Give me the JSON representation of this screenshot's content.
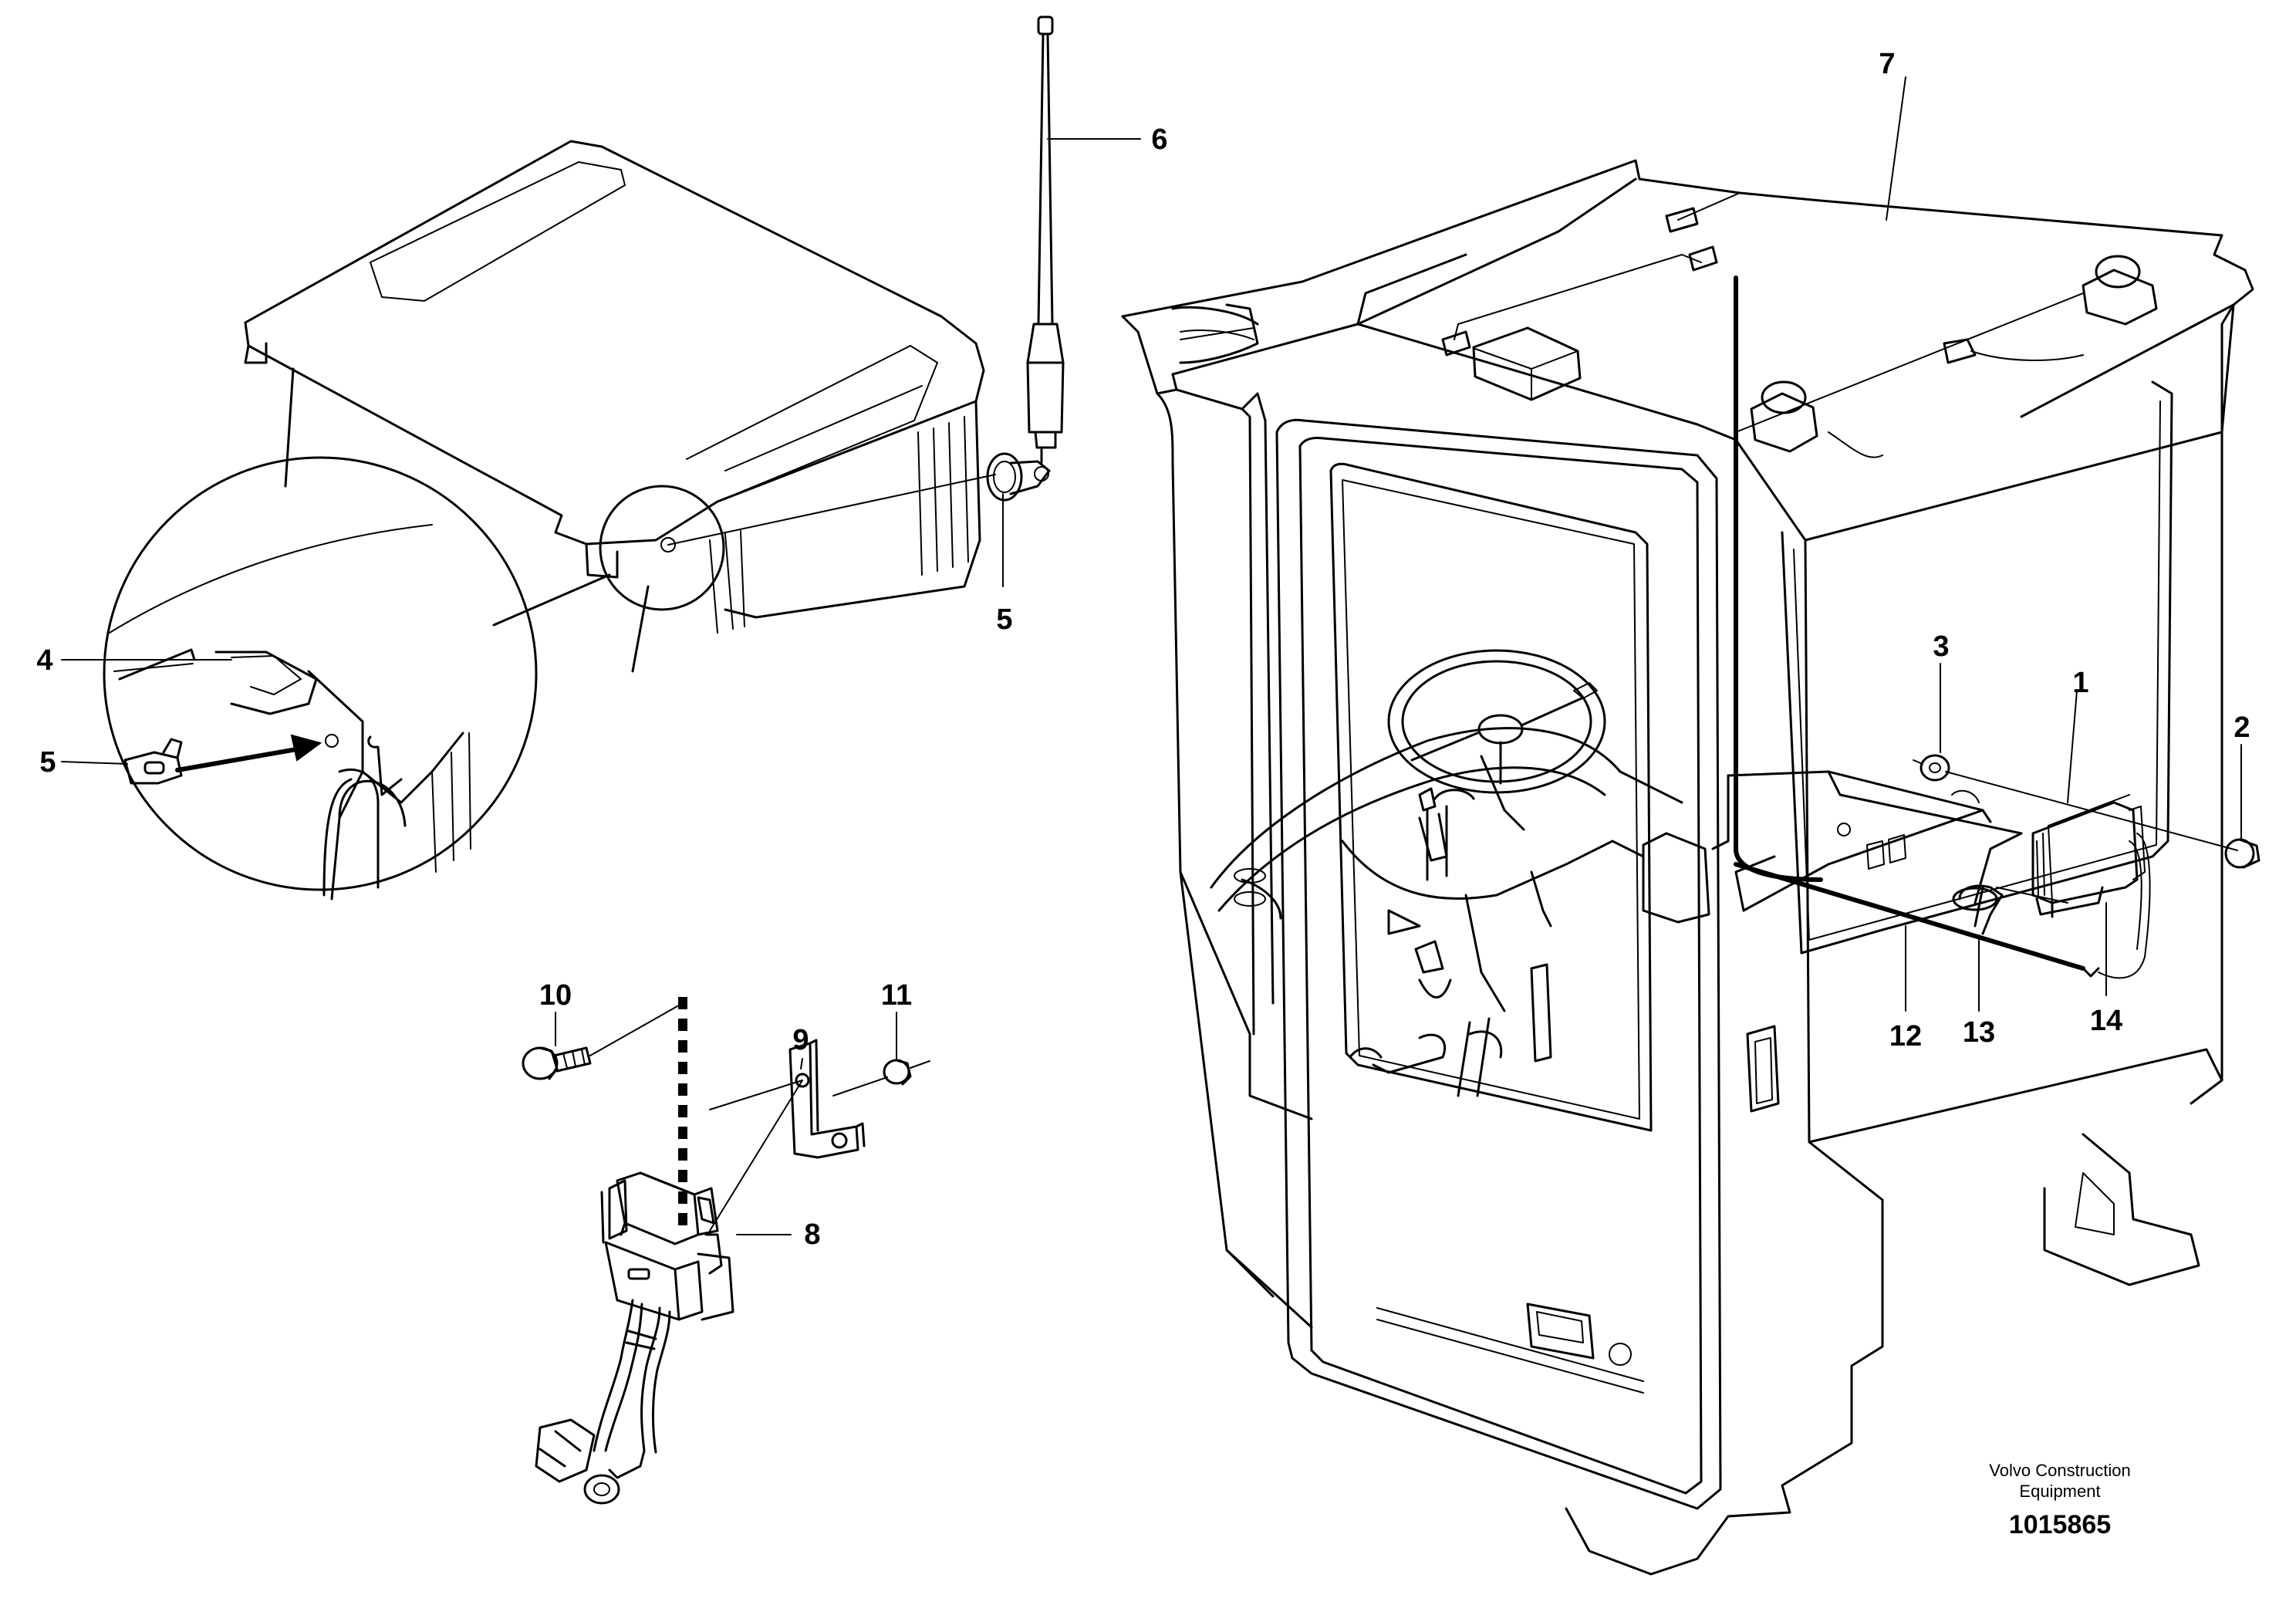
{
  "labels": {
    "l1": "1",
    "l2": "2",
    "l3": "3",
    "l4": "4",
    "l5a": "5",
    "l5b": "5",
    "l6": "6",
    "l7": "7",
    "l8": "8",
    "l9": "9",
    "l10": "10",
    "l11": "11",
    "l12": "12",
    "l13": "13",
    "l14": "14"
  },
  "credit": {
    "line1": "Volvo Construction",
    "line2": "Equipment"
  },
  "doc_number": "1015865"
}
